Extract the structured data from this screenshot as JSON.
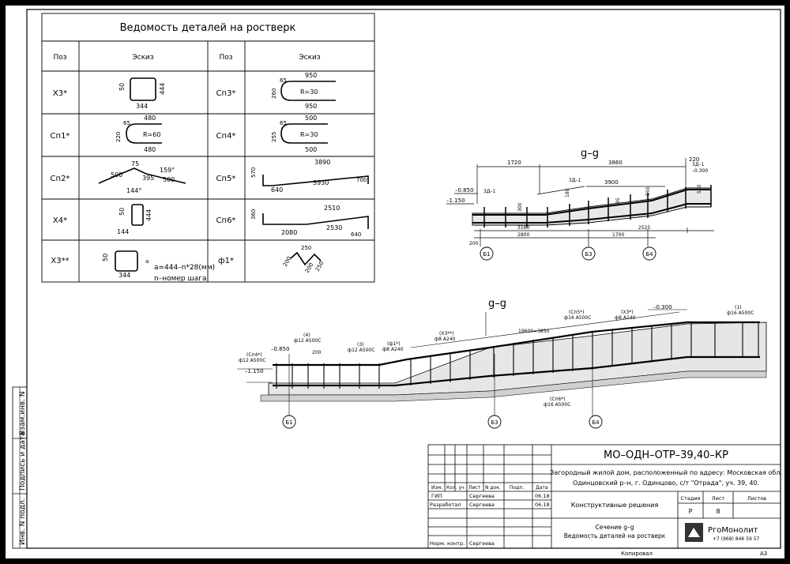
{
  "schedule": {
    "title": "Ведомость деталей на ростверк",
    "col_pos": "Поз",
    "col_sketch": "Эскиз",
    "rows_left": [
      {
        "pos": "Х3*",
        "dims": [
          "50",
          "444",
          "344"
        ]
      },
      {
        "pos": "Сп1*",
        "dims": [
          "480",
          "R=60",
          "480",
          "65",
          "220"
        ]
      },
      {
        "pos": "Сп2*",
        "dims": [
          "75",
          "500",
          "395",
          "159°",
          "500",
          "144°"
        ]
      },
      {
        "pos": "Х4*",
        "dims": [
          "50",
          "444",
          "144"
        ]
      },
      {
        "pos": "Х3**",
        "dims": [
          "50",
          "344",
          "a",
          "a=444–n*28(мм)",
          "n–номер шага"
        ]
      }
    ],
    "rows_right": [
      {
        "pos": "Сп3*",
        "dims": [
          "950",
          "R=30",
          "950",
          "65",
          "260"
        ]
      },
      {
        "pos": "Сп4*",
        "dims": [
          "500",
          "R=30",
          "500",
          "65",
          "255"
        ]
      },
      {
        "pos": "Сп5*",
        "dims": [
          "3890",
          "570",
          "640",
          "3930",
          "700"
        ]
      },
      {
        "pos": "Сп6*",
        "dims": [
          "2510",
          "360",
          "2080",
          "2530",
          "640"
        ]
      },
      {
        "pos": "ф1*",
        "dims": [
          "250",
          "200",
          "200",
          "250"
        ]
      }
    ]
  },
  "section_top": {
    "title": "g–g",
    "dims_top": [
      "1720",
      "3860",
      "220"
    ],
    "dims_mid": [
      "3Д–1",
      "3Д–1",
      "3900",
      "3Д–1",
      "–0.300"
    ],
    "levels": [
      "–0.850",
      "–1.150"
    ],
    "dims_bottom": [
      "3160",
      "2800",
      "1700",
      "2525",
      "200"
    ],
    "small_dims": [
      "300",
      "180",
      "95",
      "550",
      "500"
    ],
    "axes": [
      "Б1",
      "Б3",
      "Б4"
    ]
  },
  "section_bottom": {
    "title": "g–g",
    "levels": [
      "–0.850",
      "–1.150",
      "–0.300"
    ],
    "callouts": [
      {
        "mark": "(Сп4*)",
        "spec": "ф12 А500С"
      },
      {
        "mark": "(4)",
        "spec": "ф12 А500С"
      },
      {
        "mark": "(3)",
        "spec": "ф12 А500С"
      },
      {
        "mark": "(ф1*)",
        "spec": "ф8 А240"
      },
      {
        "mark": "(Х3**)",
        "spec": "ф8 А240"
      },
      {
        "mark": "(Сп5*)",
        "spec": "ф16 А500С"
      },
      {
        "mark": "(Х3*)",
        "spec": "ф8 А240"
      },
      {
        "mark": "(1)",
        "spec": "ф16 А500С"
      },
      {
        "mark": "(Сп6*)",
        "spec": "ф16 А500С"
      }
    ],
    "dims": [
      "200",
      "19600=3850"
    ],
    "axes": [
      "Б1",
      "Б3",
      "Б4"
    ]
  },
  "side_stamp": [
    "Взам.инв. N",
    "Подпись и дата",
    "Инв. N подл."
  ],
  "title_block": {
    "code": "МО–ОДН–ОТР–39,40–КР",
    "description_1": "Загородный жилой дом, расположенный по адресу: Московская обл.",
    "description_2": "Одинцовский р–н, г. Одинцово, с/т \"Отрада\", уч. 39, 40.",
    "hdr": [
      "Изм.",
      "Кол. уч",
      "Лист",
      "N док.",
      "Подп.",
      "Дата"
    ],
    "staff": [
      {
        "role": "ГИП",
        "name": "Сергеева",
        "date": "06.18"
      },
      {
        "role": "Разработал",
        "name": "Сергеева",
        "date": "06.18"
      },
      {
        "role": "Норм. контр.",
        "name": "Сергеева",
        "date": ""
      }
    ],
    "section_name": "Конструктивные решения",
    "sheet_name_1": "Сечение g–g",
    "sheet_name_2": "Ведомость деталей на ростверк",
    "stage_label": "Стадия",
    "sheet_label": "Лист",
    "sheets_label": "Листов",
    "stage": "Р",
    "sheet": "8",
    "sheets": "",
    "company": "PгоМонолит",
    "phone": "+7 (968) 846 59 57"
  },
  "footer": {
    "copied": "Копировал",
    "format": "А3"
  }
}
